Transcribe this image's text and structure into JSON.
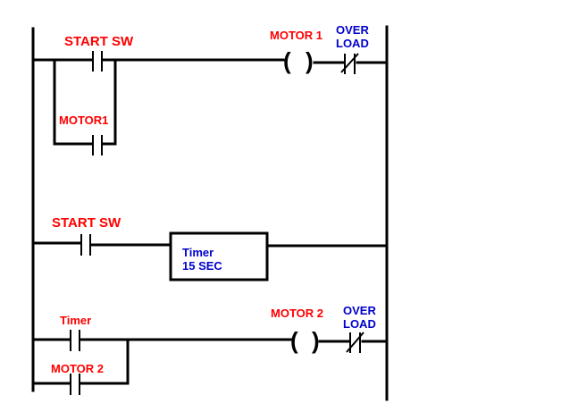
{
  "colors": {
    "wire": "#000000",
    "contact_label": "#ff0000",
    "overload_label": "#0000cc",
    "background": "#ffffff"
  },
  "rung1": {
    "start_label": "START SW",
    "seal_label": "MOTOR1",
    "coil_label": "MOTOR 1",
    "overload_label_line1": "OVER",
    "overload_label_line2": "LOAD"
  },
  "rung2": {
    "start_label": "START SW",
    "timer_line1": "Timer",
    "timer_line2": "15 SEC"
  },
  "rung3": {
    "timer_contact_label": "Timer",
    "seal_label": "MOTOR 2",
    "coil_label": "MOTOR 2",
    "overload_label_line1": "OVER",
    "overload_label_line2": "LOAD"
  },
  "symbols": {
    "coil_open": "(",
    "coil_close": ")"
  }
}
